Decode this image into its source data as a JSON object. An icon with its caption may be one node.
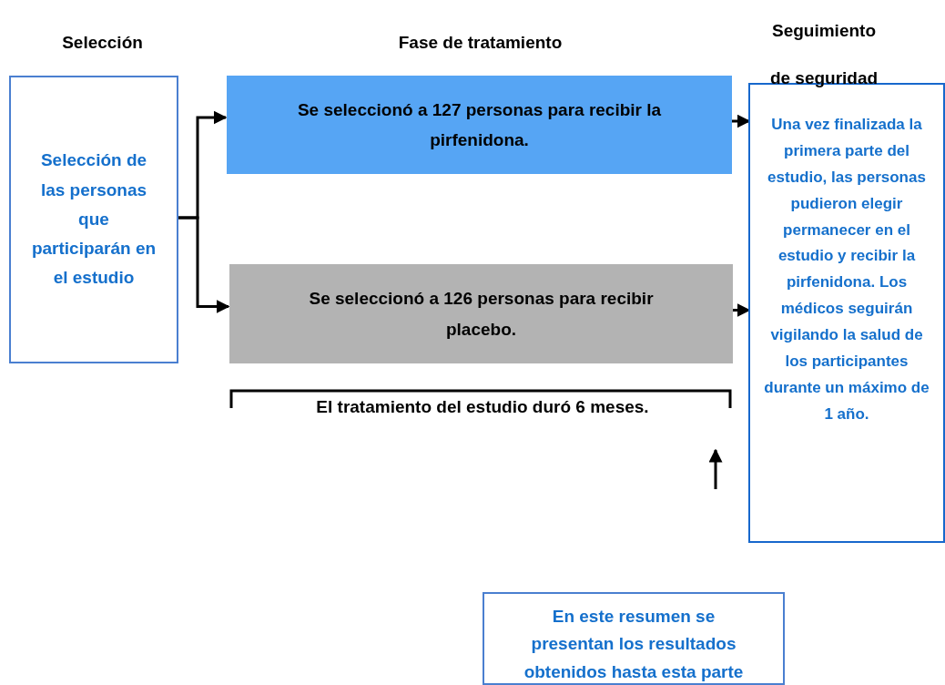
{
  "diagram": {
    "nodes": [
      {
        "text": [
          "Selección de las personas que participarán en el estudio"
        ]
      },
      {
        "text": [
          "Se seleccionó a 127 personas para recibir la pirfenidona."
        ]
      },
      {
        "text": [
          "Se seleccionó a 126 personas para recibir placebo."
        ]
      },
      {
        "text": [
          "Una vez finalizada la primera parte del estudio, las personas pudieron elegir permanecer en el estudio y recibir la pirfenidona. Los médicos seguirán vigilando la salud de los participantes durante un máximo de 1 año."
        ]
      },
      {
        "text": [
          "En este resumen se presentan los resultados obtenidos hasta esta parte"
        ]
      }
    ],
    "edges": [
      {
        "from": 0,
        "to": 1,
        "arrow": "to"
      },
      {
        "from": 0,
        "to": 2,
        "arrow": "to"
      },
      {
        "from": 1,
        "to": 3,
        "arrow": "to"
      },
      {
        "from": 2,
        "to": 3,
        "arrow": "to"
      }
    ],
    "labels": [
      "Selección",
      "Fase de tratamiento",
      "Seguimiento de seguridad",
      "El tratamiento del estudio duró 6 meses."
    ]
  }
}
